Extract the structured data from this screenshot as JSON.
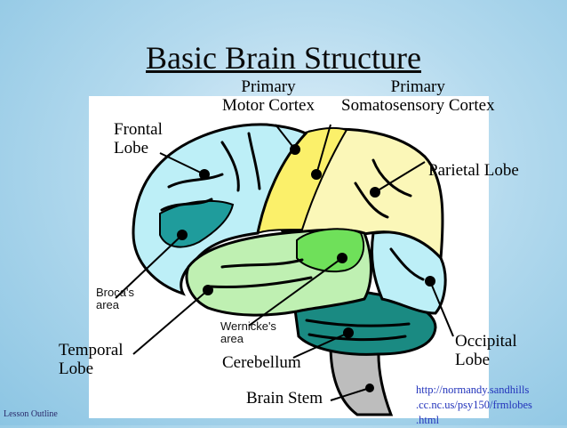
{
  "slide": {
    "title": "Basic Brain Structure",
    "labels": {
      "frontal_line1": "Frontal",
      "frontal_line2": "Lobe",
      "primary_motor_line1": "Primary",
      "primary_motor_line2": "Motor Cortex",
      "primary_somato_line1": "Primary",
      "primary_somato_line2": "Somatosensory Cortex",
      "parietal": "Parietal Lobe",
      "brocas_line1": "Broca's",
      "brocas_line2": "area",
      "wernickes_line1": "Wernicke's",
      "wernickes_line2": "area",
      "temporal_line1": "Temporal",
      "temporal_line2": "Lobe",
      "cerebellum": "Cerebellum",
      "occipital_line1": "Occipital",
      "occipital_line2": "Lobe",
      "brain_stem": "Brain Stem"
    },
    "source_url_line1": "http://normandy.sandhills",
    "source_url_line2": ".cc.nc.us/psy150/frmlobes",
    "source_url_line3": ".html",
    "footer": "Lesson Outline"
  },
  "colors": {
    "frontal": "#bdeff7",
    "parietal": "#fbf7b8",
    "motor_yellow": "#fbf06a",
    "temporal": "#bff0b2",
    "wernicke": "#6fe05a",
    "broca": "#1f9c9c",
    "cerebellum": "#1a8a82",
    "brain_stem": "#bdbdbd",
    "url": "#2233bb"
  }
}
